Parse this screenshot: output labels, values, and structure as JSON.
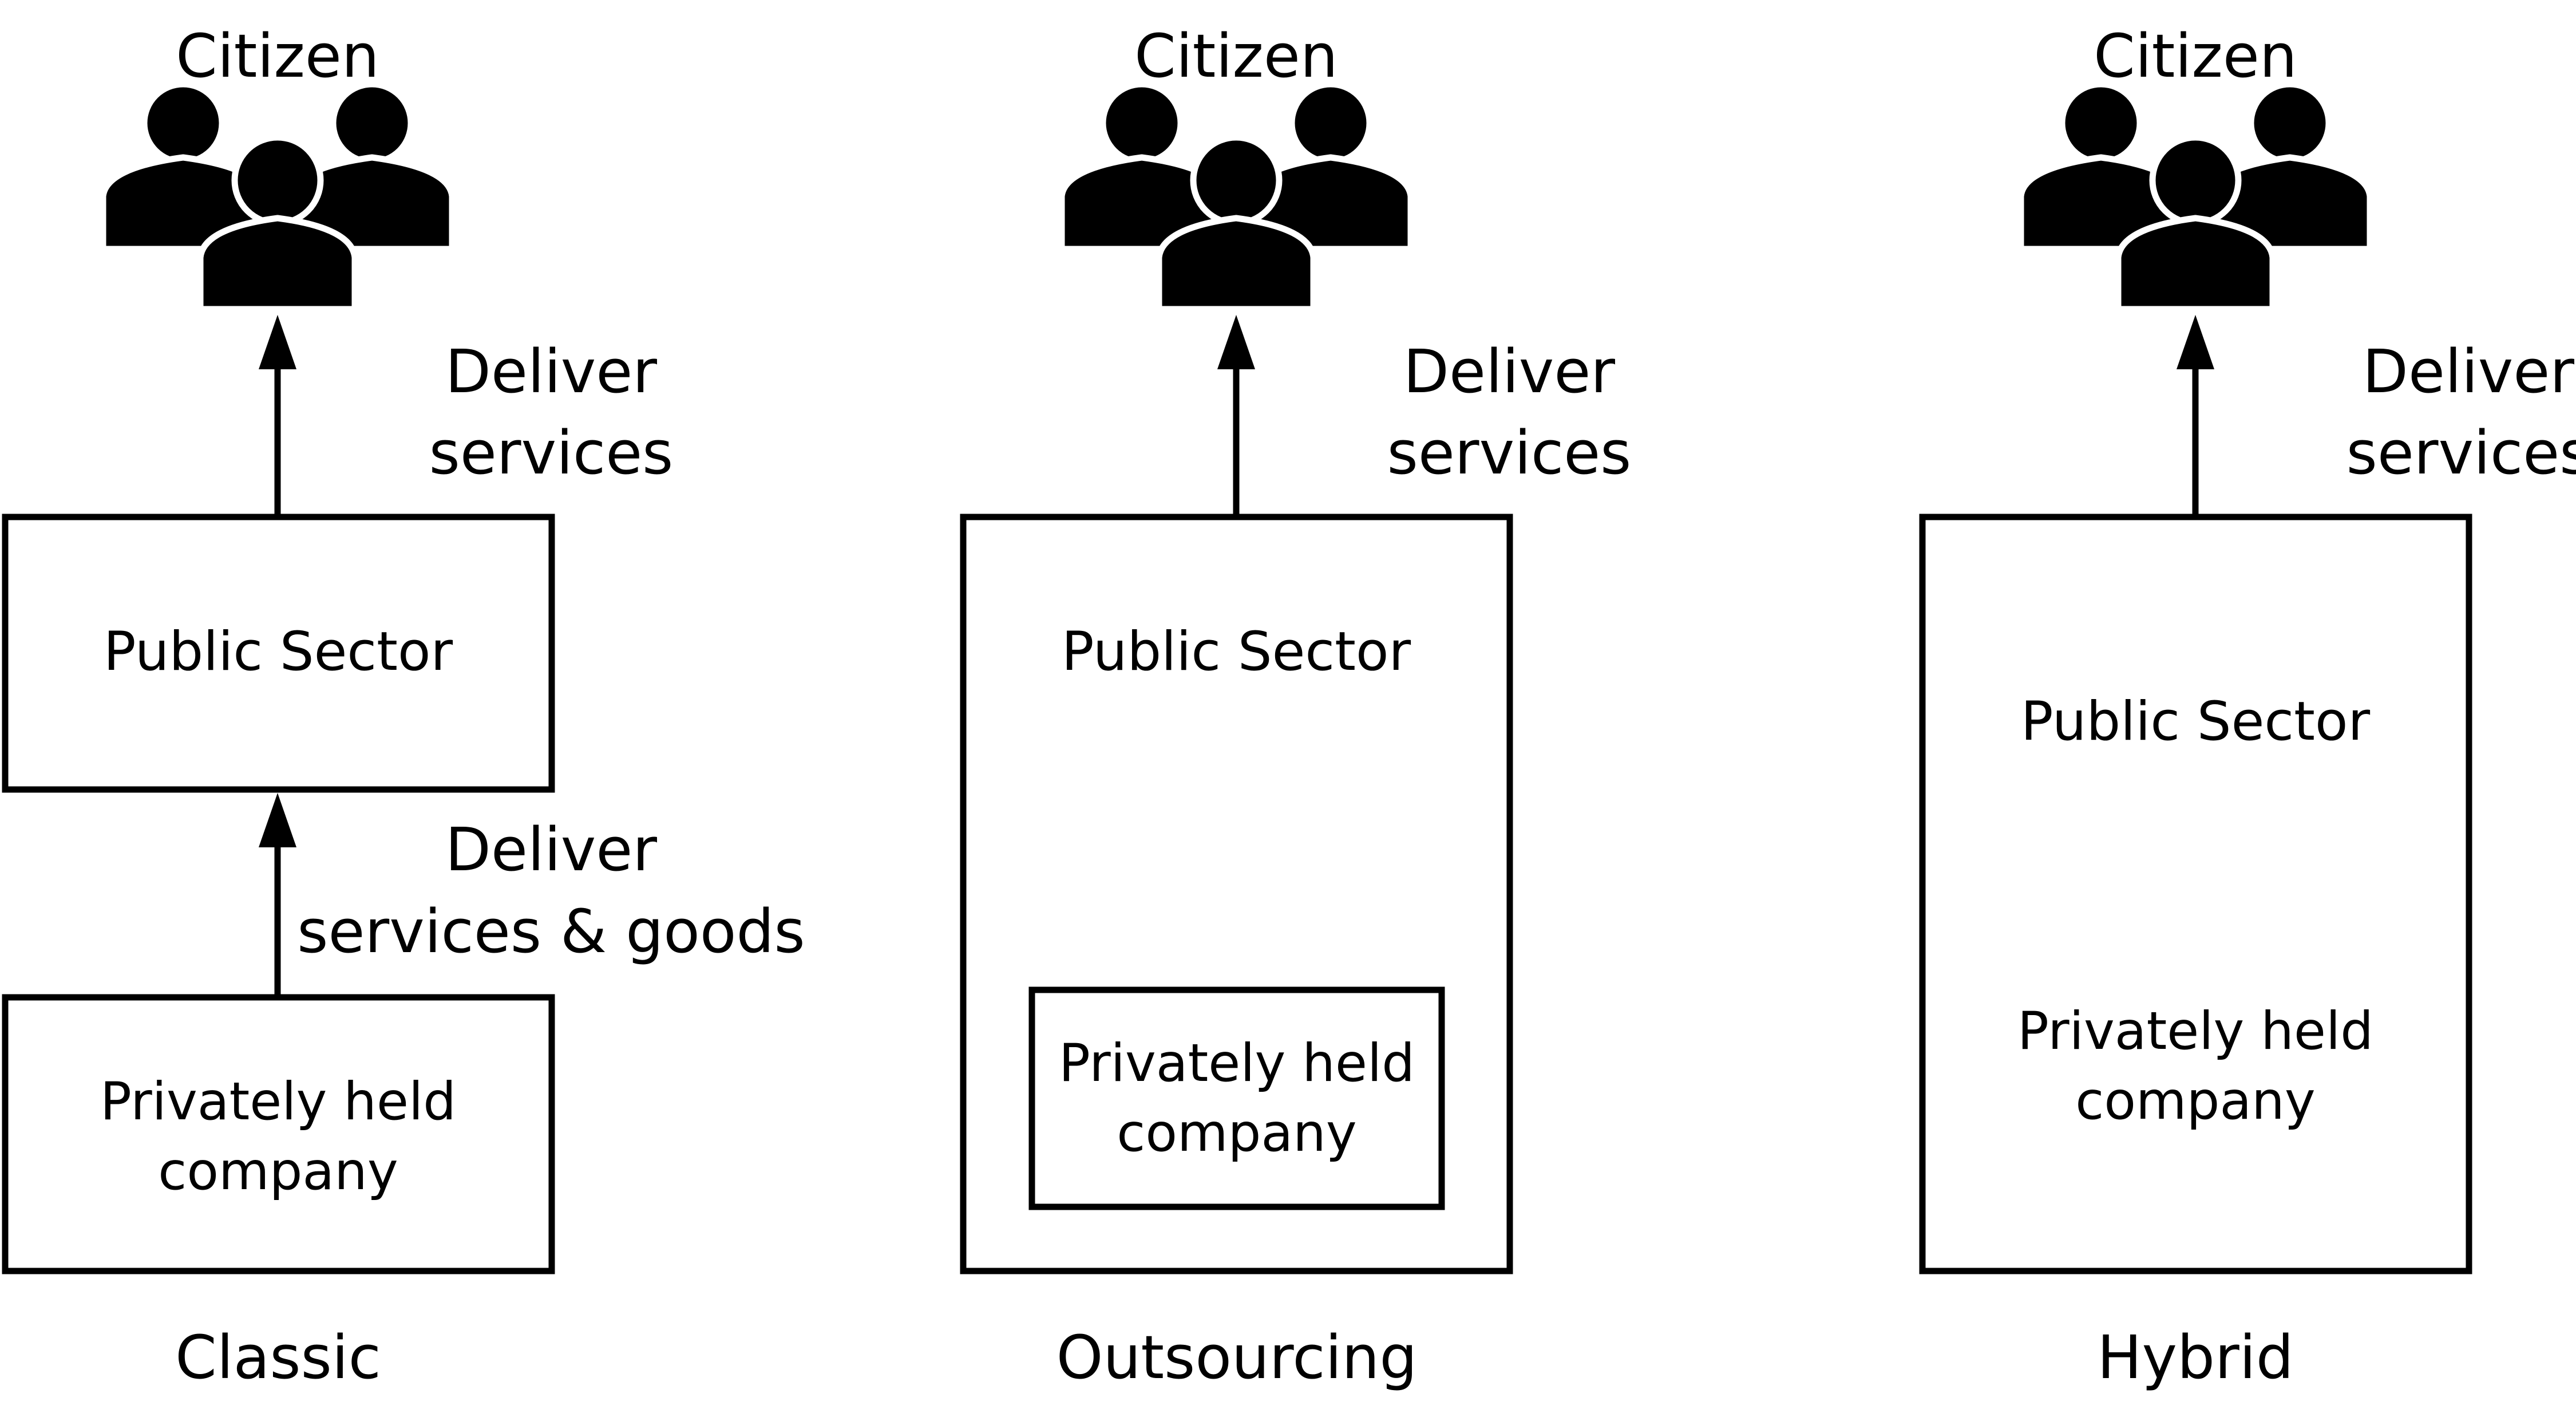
{
  "panels": [
    {
      "id": "classic",
      "citizen_label": "Citizen",
      "deliver_label_line1": "Deliver",
      "deliver_label_line2": "services",
      "public_sector_label": "Public Sector",
      "arrow2_label_line1": "Deliver",
      "arrow2_label_line2": "services & goods",
      "company_label_line1": "Privately held",
      "company_label_line2": "company",
      "model_label": "Classic"
    },
    {
      "id": "outsourcing",
      "citizen_label": "Citizen",
      "deliver_label_line1": "Deliver",
      "deliver_label_line2": "services",
      "public_sector_label": "Public Sector",
      "company_label_line1": "Privately held",
      "company_label_line2": "company",
      "model_label": "Outsourcing"
    },
    {
      "id": "hybrid",
      "citizen_label": "Citizen",
      "deliver_label_line1": "Deliver",
      "deliver_label_line2": "services",
      "public_sector_label": "Public Sector",
      "company_label_line1": "Privately held",
      "company_label_line2": "company",
      "model_label": "Hybrid"
    }
  ],
  "colors": {
    "stroke": "#000000",
    "background": "#ffffff"
  },
  "icons": {
    "citizen": "people-group-icon"
  }
}
